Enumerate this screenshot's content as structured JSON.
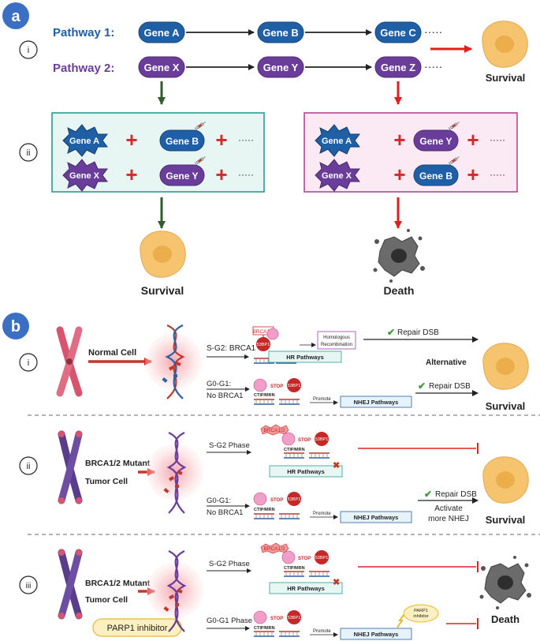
{
  "panel_a": {
    "badge": "a",
    "row_i": "i",
    "row_ii": "ii",
    "pathway1_label": "Pathway 1:",
    "pathway2_label": "Pathway 2:",
    "gene_a": "Gene A",
    "gene_b": "Gene B",
    "gene_c": "Gene C",
    "gene_x": "Gene X",
    "gene_y": "Gene Y",
    "gene_z": "Gene Z",
    "dots": "·····",
    "plus": "+",
    "survival_top": "Survival",
    "survival_bottom": "Survival",
    "death": "Death"
  },
  "panel_b": {
    "badge": "b",
    "row_i": "i",
    "row_ii": "ii",
    "row_iii": "iii",
    "normal_cell": "Normal Cell",
    "mutant_line1": "BRCA1/2 Mutant",
    "mutant_line2": "Tumor Cell",
    "parp_inhibitor": "PARP1 inhibitor",
    "parp_small_line1": "PARP1",
    "parp_small_line2": "inhibitor",
    "sg2_brca1": "S-G2: BRCA1",
    "sg2_phase": "S-G2 Phase",
    "g0g1": "G0-G1:",
    "no_brca1": "No BRCA1",
    "g0g1_phase": "G0-G1 Phase",
    "brca12": "BRCA1/2",
    "p53bp1": "53BP1",
    "ctip_mrn": "CTIP/MRN",
    "stop": "STOP",
    "homologous_line1": "Homologous",
    "homologous_line2": "Recombination",
    "hr_pathways": "HR Pathways",
    "nhej_pathways": "NHEJ Pathways",
    "promote": "Promote",
    "repair_dsb": "Repair DSB",
    "alternative": "Alternative",
    "activate_line1": "Activate",
    "activate_line2": "more NHEJ",
    "survival": "Survival",
    "death": "Death"
  },
  "colors": {
    "badge_blue": "#3b6fc4",
    "gene_blue": "#1f5fa6",
    "gene_purple": "#6a3d9a",
    "pathway1_text": "#1f5fa6",
    "pathway2_text": "#6a3d9a",
    "plus_red": "#d62828",
    "arrow_red": "#e0201c",
    "arrow_green": "#2f5e2a",
    "box_teal": "#2a9d8f",
    "box_teal_fill": "#e8f6f3",
    "box_magenta": "#b5478f",
    "box_magenta_fill": "#fbeaf4",
    "cell_fill": "#f6c46e",
    "nucleus_fill": "#e8a640",
    "dead_cell": "#555555",
    "chrom_pink": "#d9536f",
    "chrom_purple": "#5a3c8c",
    "dna_red": "#c0392b",
    "dna_blue": "#2b5fa6",
    "protein_red": "#c62828",
    "protein_pink": "#f0a0c8",
    "check_green": "#3a9a3a"
  }
}
